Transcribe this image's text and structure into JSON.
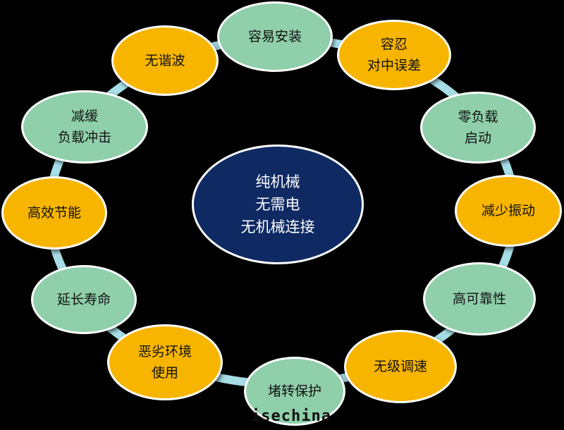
{
  "center": {
    "label": "纯机械\n无需电\n无机械连接"
  },
  "nodes": [
    {
      "label": "容易安装",
      "color": "green"
    },
    {
      "label": "容忍\n对中误差",
      "color": "yellow"
    },
    {
      "label": "零负载\n启动",
      "color": "green"
    },
    {
      "label": "减少振动",
      "color": "yellow"
    },
    {
      "label": "高可靠性",
      "color": "green"
    },
    {
      "label": "无级调速",
      "color": "yellow"
    },
    {
      "label": "堵转保护",
      "color": "green"
    },
    {
      "label": "恶劣环境\n使用",
      "color": "yellow"
    },
    {
      "label": "延长寿命",
      "color": "green"
    },
    {
      "label": "高效节能",
      "color": "yellow"
    },
    {
      "label": "减缓\n负载冲击",
      "color": "green"
    },
    {
      "label": "无谐波",
      "color": "yellow"
    }
  ],
  "watermark": "isechina",
  "colors": {
    "green": "#8fcfaa",
    "yellow": "#f7b500",
    "center": "#0f2a63",
    "ring": "#a6dde6"
  }
}
